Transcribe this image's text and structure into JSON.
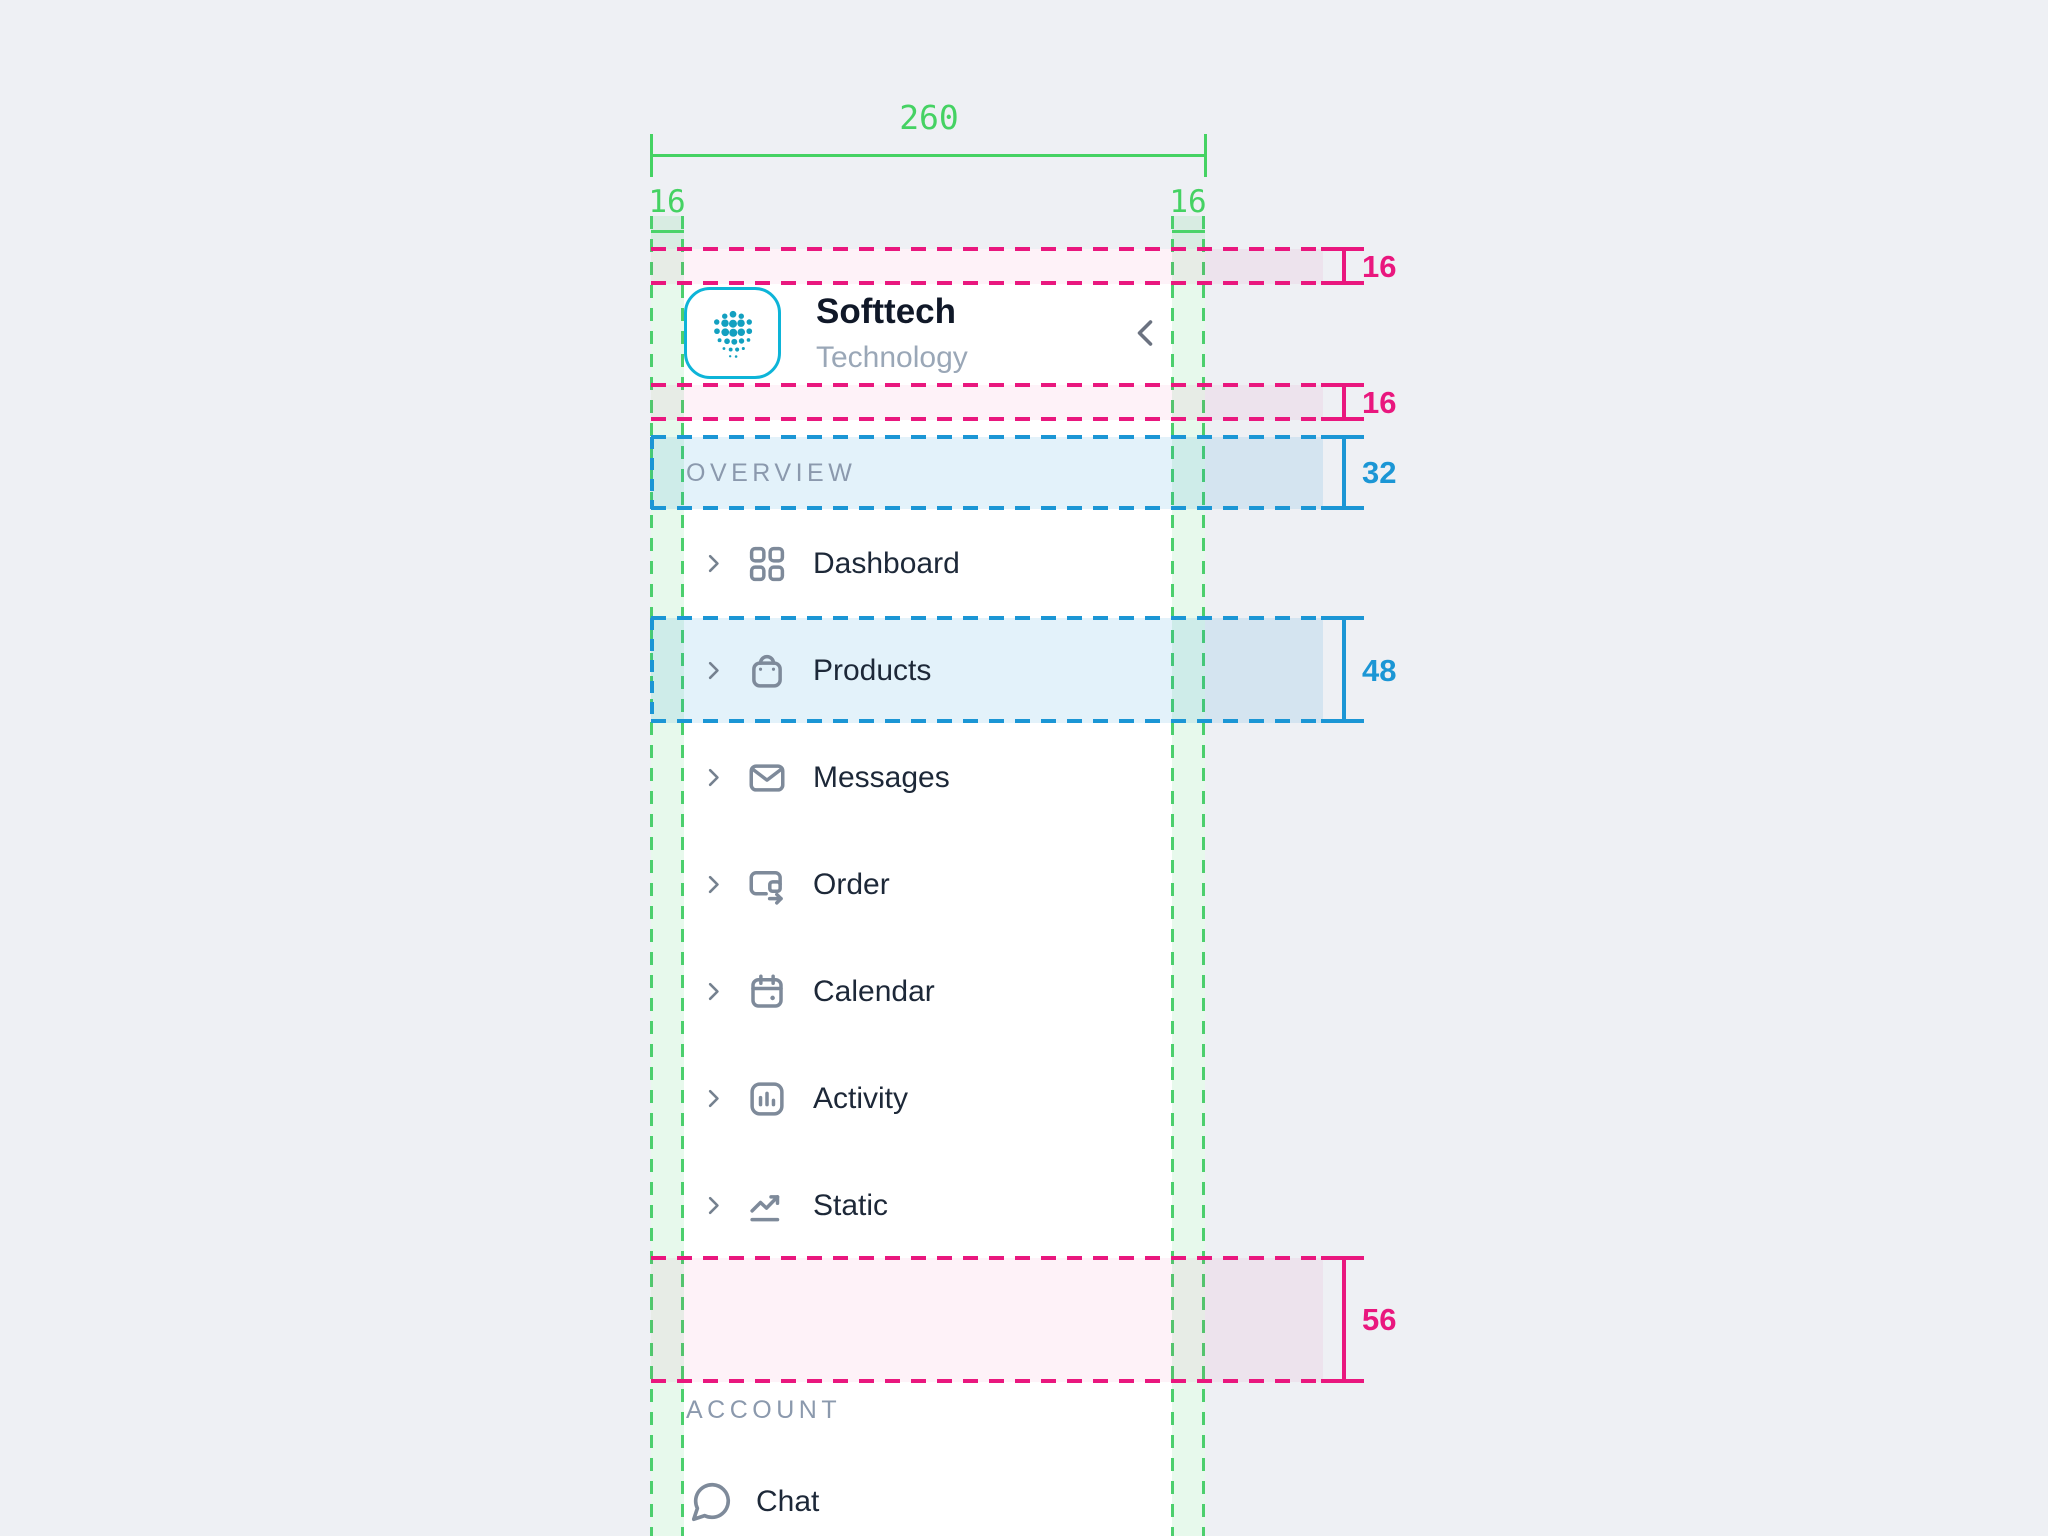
{
  "annotations": {
    "sidebar_width": "260",
    "padding_left": "16",
    "padding_right": "16",
    "top_margin": "16",
    "logo_bottom_gap": "16",
    "section_header_height": "32",
    "menu_item_height": "48",
    "section_gap": "56",
    "colors": {
      "green": "#45d263",
      "pink": "#e9177e",
      "blue": "#1b96d5"
    }
  },
  "sidebar": {
    "brand": {
      "name": "Softtech",
      "tagline": "Technology"
    },
    "overview_section": {
      "label": "OVERVIEW"
    },
    "menu": {
      "items": [
        {
          "label": "Dashboard",
          "icon": "dashboard-grid-icon"
        },
        {
          "label": "Products",
          "icon": "shopping-bag-icon"
        },
        {
          "label": "Messages",
          "icon": "envelope-icon"
        },
        {
          "label": "Order",
          "icon": "wallet-arrow-icon"
        },
        {
          "label": "Calendar",
          "icon": "calendar-icon"
        },
        {
          "label": "Activity",
          "icon": "bar-chart-icon"
        },
        {
          "label": "Static",
          "icon": "trend-up-icon"
        }
      ]
    },
    "account_section": {
      "label": "ACCOUNT",
      "items": [
        {
          "label": "Chat",
          "icon": "chat-bubble-icon"
        }
      ]
    }
  }
}
